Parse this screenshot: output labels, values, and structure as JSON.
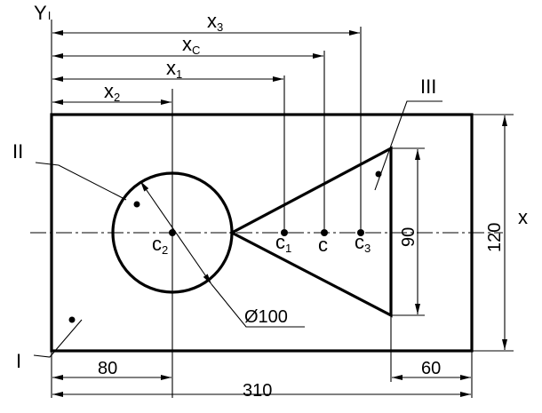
{
  "labels": {
    "y_axis": {
      "main": "Y",
      "sub": "I"
    },
    "x_axis": "x",
    "x3": {
      "main": "x",
      "sub": "3"
    },
    "xc": {
      "main": "x",
      "sub": "C"
    },
    "x1": {
      "main": "x",
      "sub": "1"
    },
    "x2": {
      "main": "x",
      "sub": "2"
    },
    "c2": {
      "main": "c",
      "sub": "2"
    },
    "c1": {
      "main": "c",
      "sub": "1"
    },
    "c": "c",
    "c3": {
      "main": "c",
      "sub": "3"
    },
    "region_I": "I",
    "region_II": "II",
    "region_III": "III"
  },
  "dimensions": {
    "width_total": "310",
    "offset_left": "80",
    "offset_right": "60",
    "height_total": "120",
    "triangle_height": "90",
    "diameter": "Ø100"
  }
}
